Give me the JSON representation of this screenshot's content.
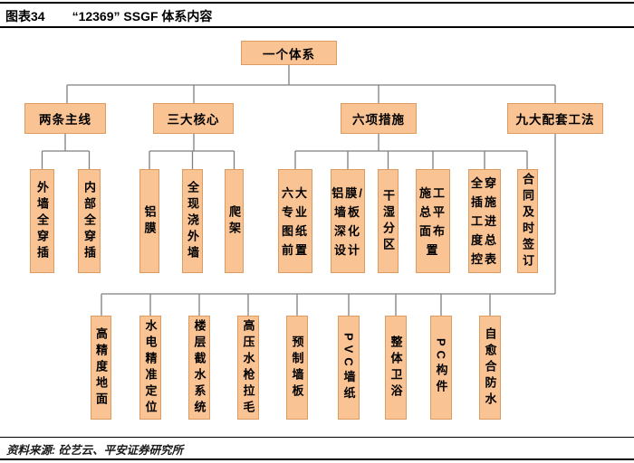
{
  "header": {
    "figure_label": "图表34",
    "figure_title": "“12369” SSGF 体系内容"
  },
  "footer": {
    "source": "资料来源: 砼艺云、平安证券研究所"
  },
  "colors": {
    "box_fill": "#FAC393",
    "box_border": "#DB9B61",
    "connector": "#7F7F7F",
    "rule": "#000000"
  },
  "tree": {
    "root": "一个体系",
    "branches": [
      {
        "label": "两条主线",
        "children": [
          "外墙全穿插",
          "内部全穿插"
        ]
      },
      {
        "label": "三大核心",
        "children": [
          "铝膜",
          "全现浇外墙",
          "爬架"
        ]
      },
      {
        "label": "六项措施",
        "children": [
          "六大\n专业\n图纸\n前置",
          "铝膜/\n墙板\n深化\n设计",
          "干湿分区",
          "施工\n总平\n面布\n置",
          "全穿\n插施\n工进\n度总\n控表",
          "合同及时签订"
        ]
      },
      {
        "label": "九大配套工法",
        "children": [
          "高精度地面",
          "水电精准定位",
          "楼层截水系统",
          "高压水枪拉毛",
          "预制墙板",
          "PVC墙纸",
          "整体卫浴",
          "PC构件",
          "自愈合防水"
        ]
      }
    ]
  }
}
